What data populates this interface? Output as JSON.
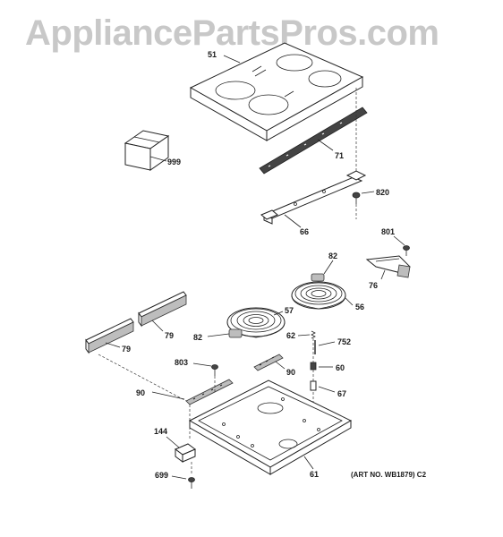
{
  "watermark": "AppliancePartsPros.com",
  "art_number": "(ART NO. WB1879) C2",
  "callouts": {
    "c51": "51",
    "c999": "999",
    "c71": "71",
    "c820": "820",
    "c66": "66",
    "c801": "801",
    "c82_top": "82",
    "c76": "76",
    "c56": "56",
    "c57": "57",
    "c82_left": "82",
    "c62": "62",
    "c752": "752",
    "c79_right": "79",
    "c79_left": "79",
    "c803": "803",
    "c90_mid": "90",
    "c60": "60",
    "c90_left": "90",
    "c67": "67",
    "c144": "144",
    "c61": "61",
    "c699": "699"
  }
}
